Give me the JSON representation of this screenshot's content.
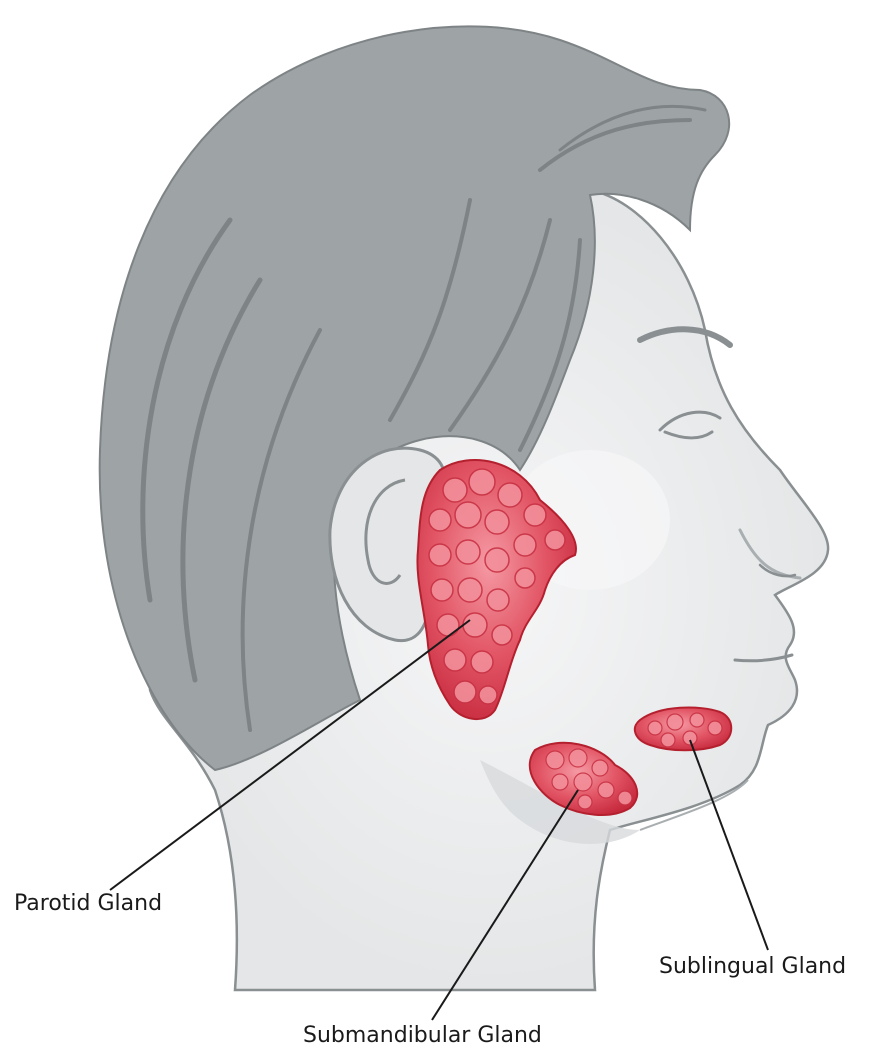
{
  "labels": {
    "parotid": "Parotid Gland",
    "submandibular": "Submandibular Gland",
    "sublingual": "Sublingual Gland"
  },
  "colors": {
    "skin": "#e9eaeb",
    "skin_shadow": "#d3d6d8",
    "hair": "#9ea3a5",
    "hair_dark": "#7e8486",
    "outline": "#8a8f92",
    "gland": "#d9384a",
    "gland_light": "#f27b87",
    "leader_line": "#1a1a1a"
  }
}
